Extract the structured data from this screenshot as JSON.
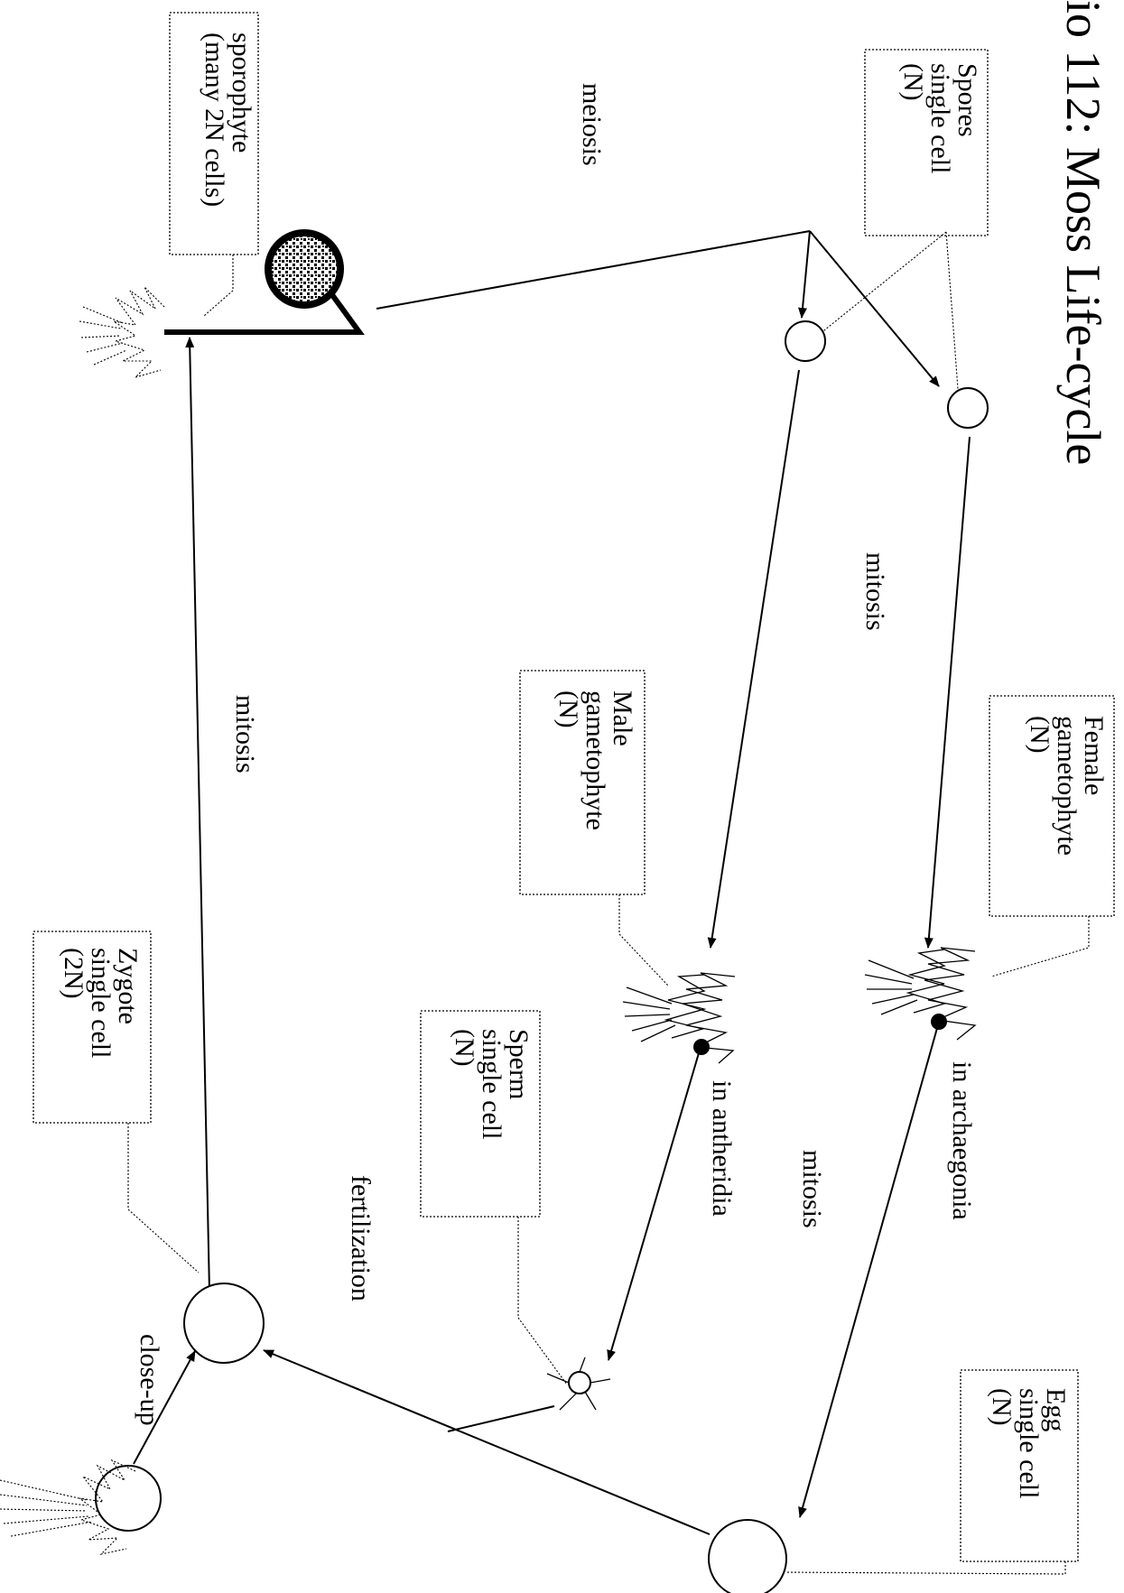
{
  "title": "io 112: Moss Life-cycle",
  "boxes": {
    "spores": [
      "Spores",
      "single cell",
      "(N)"
    ],
    "sporophyte": [
      "sporophyte",
      "(many 2N cells)"
    ],
    "male_gametophyte": [
      "Male",
      "gametophyte",
      "(N)"
    ],
    "female_gametophyte": [
      "Female",
      "gametophyte",
      "(N)"
    ],
    "zygote": [
      "Zygote",
      "single cell",
      "(2N)"
    ],
    "sperm": [
      "Sperm",
      "single cell",
      "(N)"
    ],
    "egg": [
      "Egg",
      "single cell",
      "(N)"
    ]
  },
  "process_labels": {
    "meiosis": "meiosis",
    "mitosis_gametophyte": "mitosis",
    "mitosis_sporophyte": "mitosis",
    "mitosis_gametes": "mitosis",
    "in_antheridia": "in antheridia",
    "in_archaegonia": "in archaegonia",
    "fertilization": "fertilization",
    "close_up": "close-up"
  }
}
